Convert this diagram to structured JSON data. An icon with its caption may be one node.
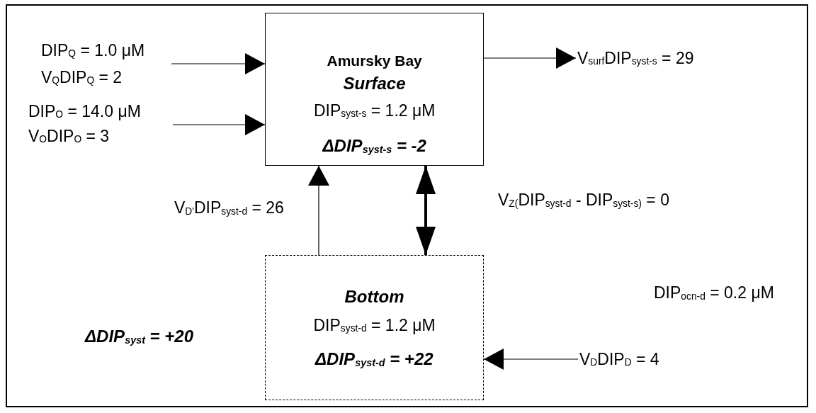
{
  "diagram": {
    "nodes": [
      {
        "text": [
          "DIP$_{Q}$ = 1.0 μM",
          "V$_{Q}$DIP$_{Q}$ = 2"
        ]
      },
      {
        "text": [
          "DIP$_{O}$ = 14.0 μM",
          "V$_{O}$DIP$_{O}$ = 3"
        ]
      },
      {
        "text": [
          "Amursky Bay",
          "Surface",
          "DIP$_{syst-s}$ = 1.2 μM",
          "ΔDIP$_{syst-s}$ = -2"
        ]
      },
      {
        "text": [
          "V$_{surf}$DIP$_{syst-s}$ = 29"
        ]
      },
      {
        "text": [
          "Bottom",
          "DIP$_{syst-d}$ = 1.2 μM",
          "ΔDIP$_{syst-d}$ = +22"
        ]
      },
      {
        "text": [
          "V$_{D}$DIP$_{D}$ = 4"
        ]
      }
    ],
    "edges": [
      {
        "from": 0,
        "to": 2,
        "arrow": "to"
      },
      {
        "from": 1,
        "to": 2,
        "arrow": "to"
      },
      {
        "from": 2,
        "to": 3,
        "arrow": "to"
      },
      {
        "from": 4,
        "to": 2,
        "arrow": "to",
        "label": "V$_{D'}$DIP$_{syst-d}$ = 26"
      },
      {
        "from": 2,
        "to": 4,
        "arrow": "both",
        "style": "thick",
        "label": "V$_{Z(}$DIP$_{syst-d}$ - DIP$_{syst-s)}$ = 0"
      },
      {
        "from": 5,
        "to": 4,
        "arrow": "to"
      }
    ],
    "labels": [
      "DIP$_{ocn-d}$ = 0.2 μM",
      "ΔDIP$_{syst}$ = +20"
    ]
  }
}
